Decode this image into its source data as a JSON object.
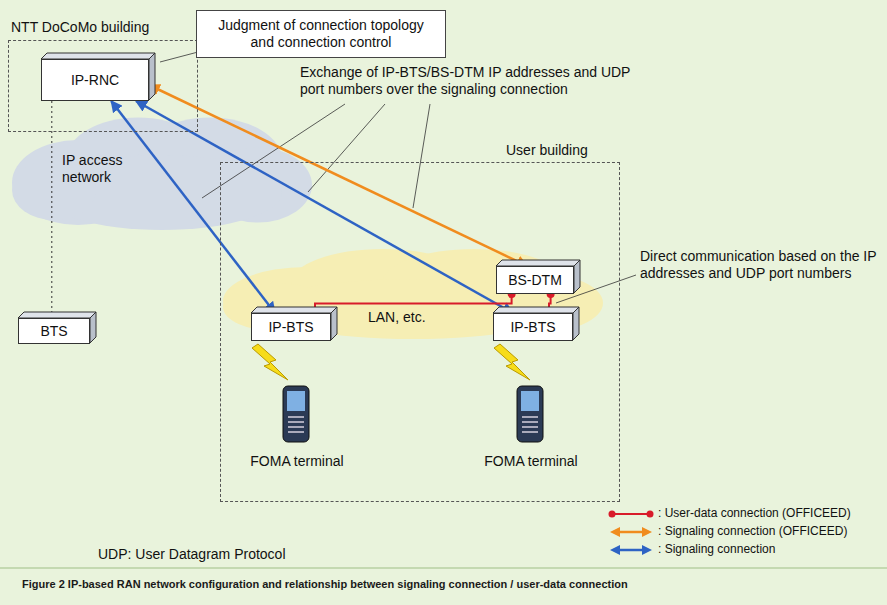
{
  "diagram": {
    "caption": "Figure 2 IP-based RAN network configuration and relationship between signaling connection / user-data connection",
    "nodes": [
      {
        "text": [
          "NTT DoCoMo building"
        ]
      },
      {
        "text": [
          "IP-RNC"
        ],
        "in": 0
      },
      {
        "text": [
          "Judgment of connection topology and connection control"
        ]
      },
      {
        "text": [
          "IP access network"
        ]
      },
      {
        "text": [
          "BTS"
        ]
      },
      {
        "text": [
          "User building"
        ]
      },
      {
        "text": [
          "LAN, etc."
        ],
        "in": 5
      },
      {
        "text": [
          "BS-DTM"
        ],
        "in": 5
      },
      {
        "text": [
          "IP-BTS"
        ],
        "in": 5
      },
      {
        "text": [
          "IP-BTS"
        ],
        "in": 5
      },
      {
        "text": [
          "FOMA terminal"
        ],
        "in": 5
      },
      {
        "text": [
          "FOMA terminal"
        ],
        "in": 5
      }
    ],
    "edges": [
      {
        "from": 1,
        "to": 7,
        "arrow": "both"
      },
      {
        "from": 1,
        "to": 8,
        "arrow": "both"
      },
      {
        "from": 1,
        "to": 9,
        "arrow": "both"
      },
      {
        "from": 8,
        "to": 7,
        "arrow": "none"
      },
      {
        "from": 9,
        "to": 7,
        "arrow": "none"
      },
      {
        "from": 1,
        "to": 4,
        "arrow": "none"
      }
    ],
    "labels": [
      "Exchange of IP-BTS/BS-DTM IP addresses and UDP port numbers over the signaling connection",
      "Direct communication based on the IP addresses and UDP port numbers",
      "UDP: User Datagram Protocol"
    ],
    "legend": [
      {
        "text": ": User-data connection (OFFICEED)"
      },
      {
        "text": ": Signaling connection (OFFICEED)"
      },
      {
        "text": ": Signaling connection"
      }
    ]
  }
}
